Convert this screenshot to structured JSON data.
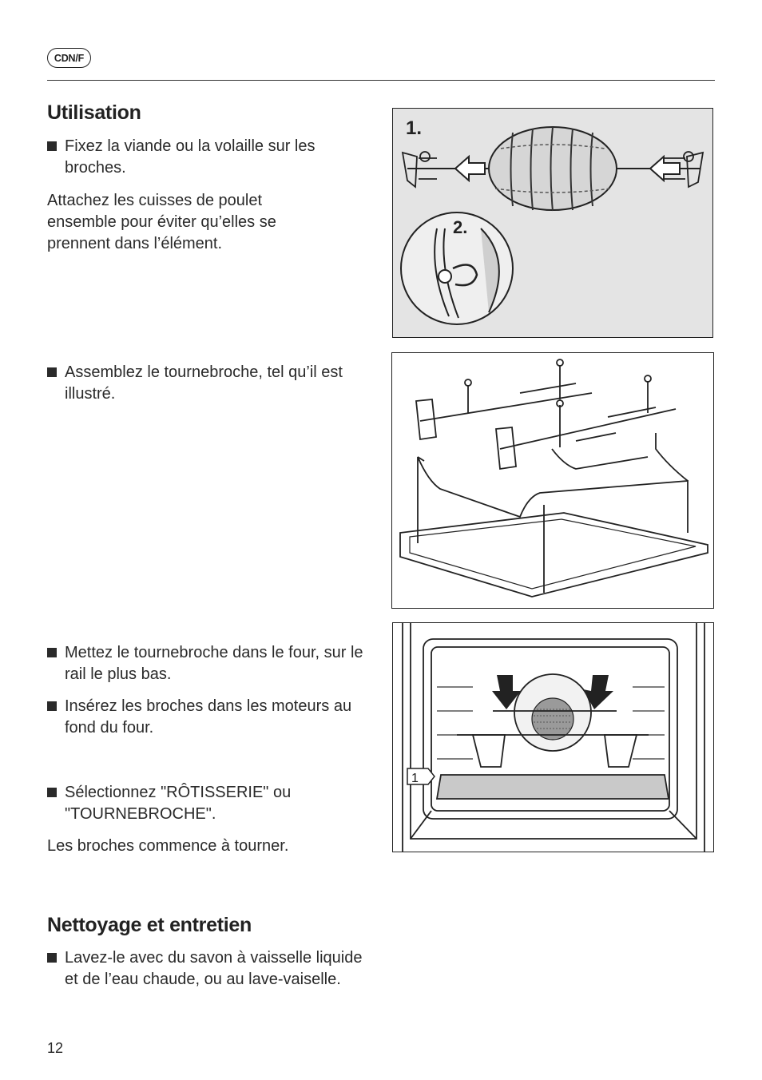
{
  "header": {
    "badge": "CDN/F"
  },
  "section_use": {
    "title": "Utilisation",
    "step1_bullet": "Fixez la viande ou la volaille sur les broches.",
    "step1_note": "Attachez les cuisses de poulet ensemble pour éviter qu’elles se prennent dans l’élément.",
    "step2_bullet": "Assemblez le tournebroche, tel qu’il est illustré.",
    "step3_bullet": "Mettez le tournebroche dans le four, sur le rail le plus bas.",
    "step4_bullet": "Insérez les broches dans les moteurs au fond du four.",
    "step5_bullet": "Sélectionnez \"RÔTISSERIE\" ou \"TOURNEBROCHE\".",
    "step5_note": "Les broches commence à tourner."
  },
  "section_clean": {
    "title": "Nettoyage et entretien",
    "bullet": "Lavez-le avec du savon à vaisselle liquide et de l’eau chaude, ou au lave-vaiselle."
  },
  "figure1": {
    "label_1": "1.",
    "label_2": "2."
  },
  "figure3": {
    "rail_label": "1"
  },
  "footer": {
    "page_number": "12"
  }
}
